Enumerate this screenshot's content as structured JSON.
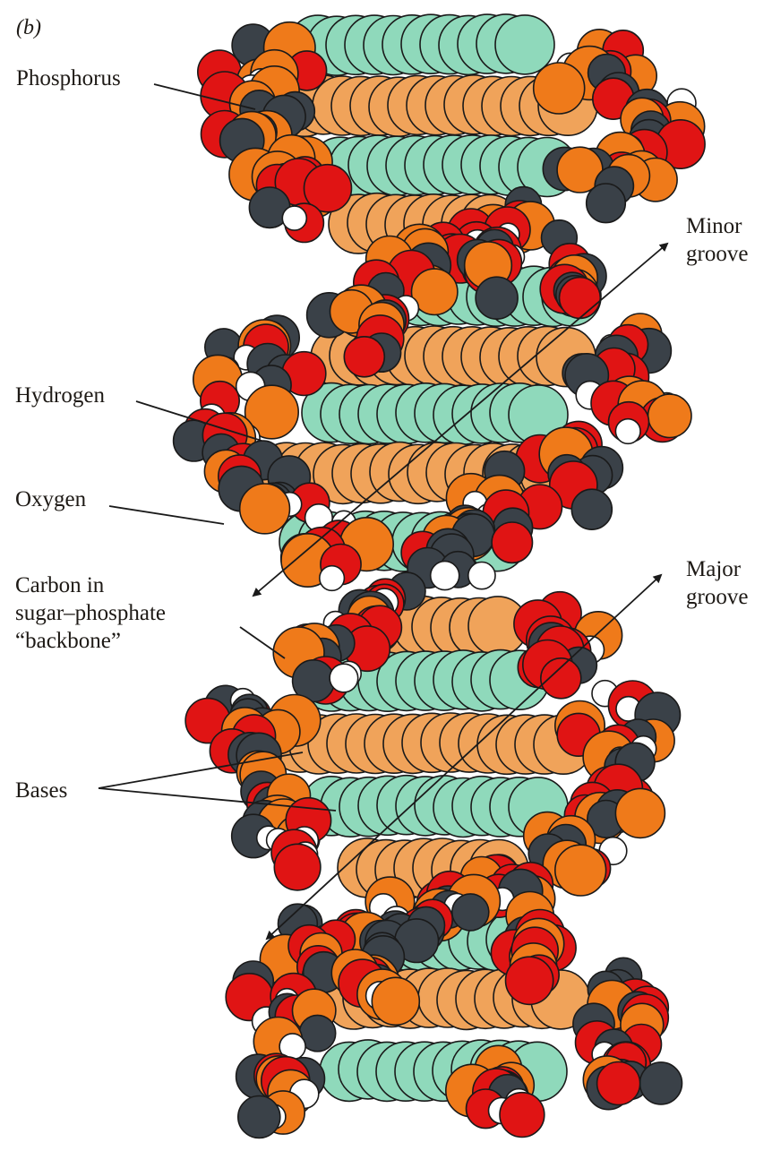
{
  "figure": {
    "panel_letter": "(b)",
    "labels": {
      "phosphorus": "Phosphorus",
      "hydrogen": "Hydrogen",
      "oxygen": "Oxygen",
      "carbon_line1": "Carbon in",
      "carbon_line2": "sugar–phosphate",
      "carbon_line3": "“backbone”",
      "bases": "Bases",
      "minor_groove_line1": "Minor",
      "minor_groove_line2": "groove",
      "major_groove_line1": "Major",
      "major_groove_line2": "groove"
    }
  },
  "colors": {
    "oxygen": "#e01414",
    "phosphorus": "#ef7a1a",
    "carbon": "#3a4148",
    "hydrogen": "#ffffff",
    "base_orange": "#f0a35a",
    "base_green": "#8fd9bb",
    "outline": "#1a1a1a",
    "text": "#1e1a16"
  }
}
